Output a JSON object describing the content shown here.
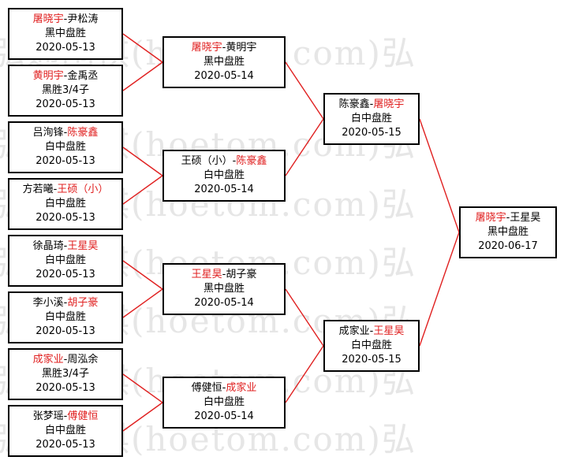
{
  "colors": {
    "winner": "#e02020",
    "line": "#e02020",
    "box_border": "#000000",
    "watermark": "#e6e6e6"
  },
  "watermark": {
    "text": "弘通围棋(hoetom.com)弘"
  },
  "bracket": {
    "round1": [
      {
        "p1": "屠晓宇",
        "sep": "-",
        "p2": "尹松涛",
        "winner": 1,
        "result": "黑中盘胜",
        "date": "2020-05-13"
      },
      {
        "p1": "黄明宇",
        "sep": "-",
        "p2": "金禹丞",
        "winner": 1,
        "result": "黑胜3/4子",
        "date": "2020-05-13"
      },
      {
        "p1": "吕洵锋",
        "sep": "-",
        "p2": "陈豪鑫",
        "winner": 2,
        "result": "白中盘胜",
        "date": "2020-05-13"
      },
      {
        "p1": "方若曦",
        "sep": "-",
        "p2": "王硕（小）",
        "winner": 2,
        "result": "白中盘胜",
        "date": "2020-05-13"
      },
      {
        "p1": "徐晶琦",
        "sep": "-",
        "p2": "王星昊",
        "winner": 2,
        "result": "白中盘胜",
        "date": "2020-05-13"
      },
      {
        "p1": "李小溪",
        "sep": "-",
        "p2": "胡子豪",
        "winner": 2,
        "result": "白中盘胜",
        "date": "2020-05-13"
      },
      {
        "p1": "成家业",
        "sep": "-",
        "p2": "周泓余",
        "winner": 1,
        "result": "黑胜3/4子",
        "date": "2020-05-13"
      },
      {
        "p1": "张梦瑶",
        "sep": "-",
        "p2": "傅健恒",
        "winner": 2,
        "result": "白中盘胜",
        "date": "2020-05-13"
      }
    ],
    "round2": [
      {
        "p1": "屠晓宇",
        "sep": "-",
        "p2": "黄明宇",
        "winner": 1,
        "result": "黑中盘胜",
        "date": "2020-05-14"
      },
      {
        "p1": "王硕（小）",
        "sep": "-",
        "p2": "陈豪鑫",
        "winner": 2,
        "result": "白中盘胜",
        "date": "2020-05-14"
      },
      {
        "p1": "王星昊",
        "sep": "-",
        "p2": "胡子豪",
        "winner": 1,
        "result": "黑中盘胜",
        "date": "2020-05-14"
      },
      {
        "p1": "傅健恒",
        "sep": "-",
        "p2": "成家业",
        "winner": 2,
        "result": "白中盘胜",
        "date": "2020-05-14"
      }
    ],
    "round3": [
      {
        "p1": "陈豪鑫",
        "sep": "-",
        "p2": "屠晓宇",
        "winner": 2,
        "result": "白中盘胜",
        "date": "2020-05-15"
      },
      {
        "p1": "成家业",
        "sep": "-",
        "p2": "王星昊",
        "winner": 2,
        "result": "白中盘胜",
        "date": "2020-05-15"
      }
    ],
    "final": [
      {
        "p1": "屠晓宇",
        "sep": "-",
        "p2": "王星昊",
        "winner": 1,
        "result": "黑中盘胜",
        "date": "2020-06-17"
      }
    ]
  }
}
